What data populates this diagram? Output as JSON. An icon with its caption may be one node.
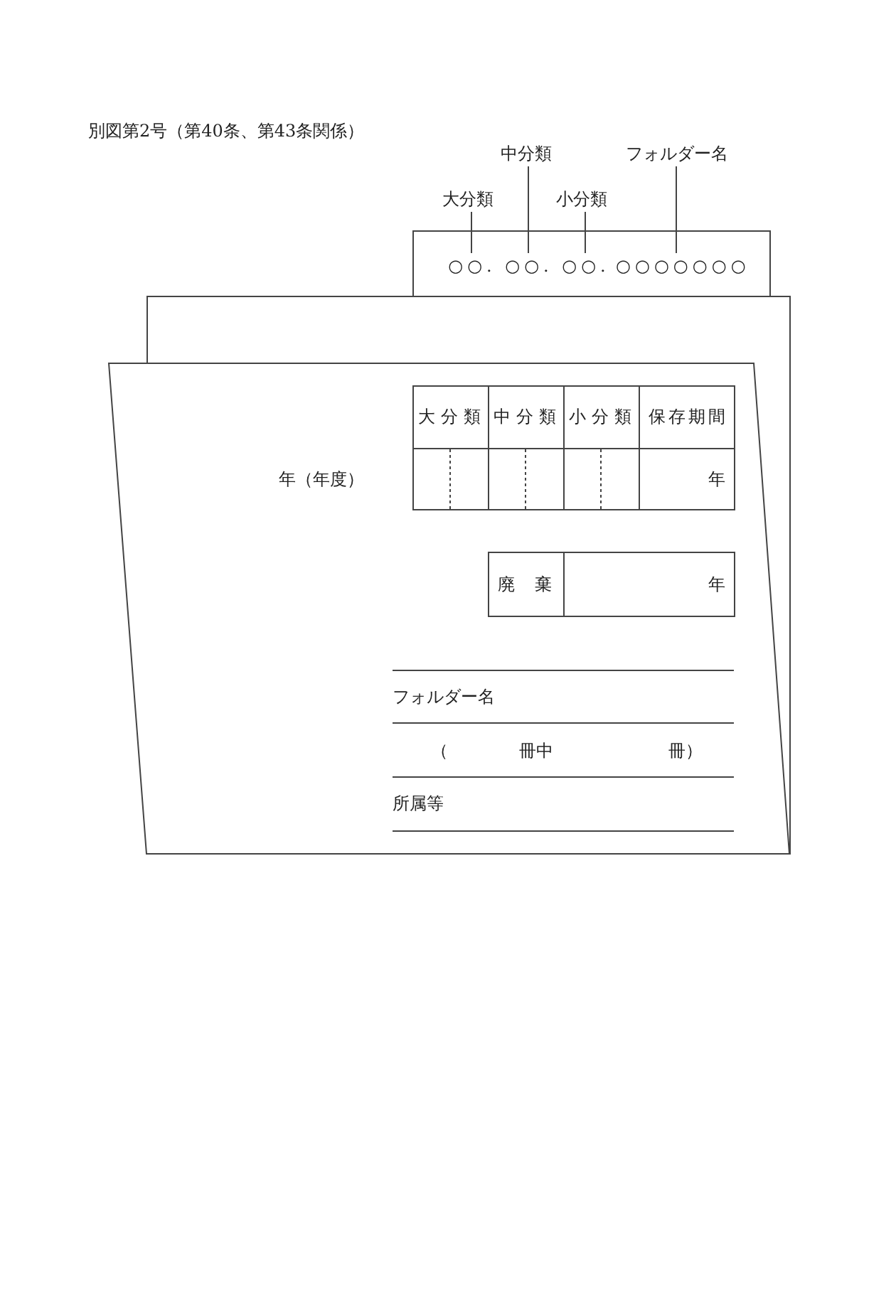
{
  "diagram": {
    "title": "別図第2号（第40条、第43条関係）",
    "nodes": [
      {
        "text": [
          "大分類"
        ]
      },
      {
        "text": [
          "中分類"
        ]
      },
      {
        "text": [
          "小分類"
        ]
      },
      {
        "text": [
          "フォルダー名"
        ]
      },
      {
        "text": [],
        "shape": "box"
      },
      {
        "text": [
          "○○."
        ],
        "in": 4
      },
      {
        "text": [
          "○○."
        ],
        "in": 4
      },
      {
        "text": [
          "○○."
        ],
        "in": 4
      },
      {
        "text": [
          "○○○○○○○"
        ],
        "in": 4
      },
      {
        "text": [],
        "shape": "box"
      },
      {
        "text": [],
        "shape": "box"
      }
    ],
    "edges": [
      {
        "from": 0,
        "to": 5,
        "arrow": "none"
      },
      {
        "from": 1,
        "to": 6,
        "arrow": "none"
      },
      {
        "from": 2,
        "to": 7,
        "arrow": "none"
      },
      {
        "from": 3,
        "to": 8,
        "arrow": "none"
      }
    ],
    "labels": [
      "大分類",
      "中分類",
      "小分類",
      "保存期間",
      "年（年度）",
      "年",
      "廃　棄",
      "年",
      "フォルダー名",
      "（",
      "冊中",
      "冊）",
      "所属等"
    ]
  }
}
